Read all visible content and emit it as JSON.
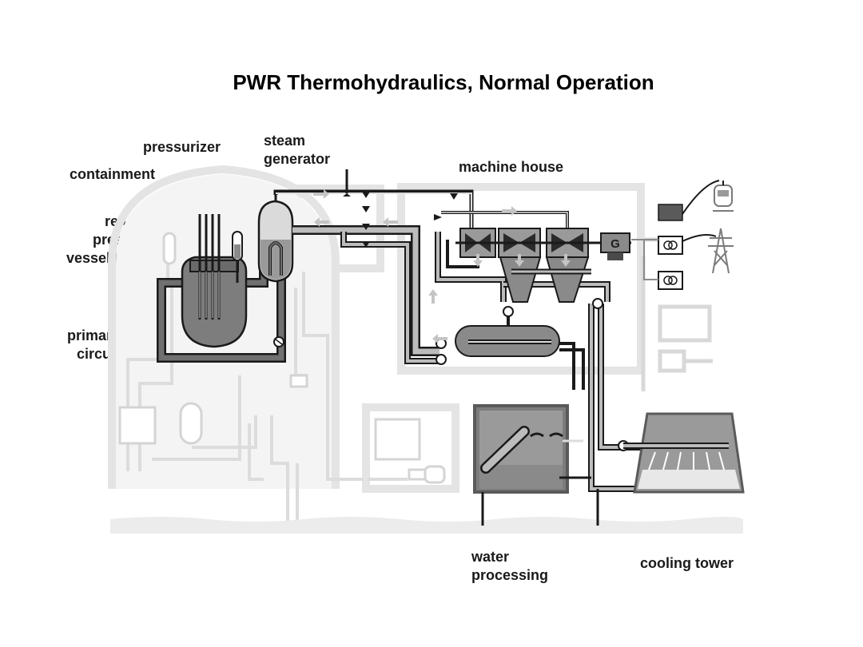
{
  "title": "PWR Thermohydraulics, Normal Operation",
  "labels": {
    "pressurizer": "pressurizer",
    "containment": "containment",
    "steam_generator": [
      "steam",
      "generator"
    ],
    "reactor_pressure_vessel": [
      "reactor",
      "pressure",
      "vessel (RPV)"
    ],
    "primary_circuit": [
      "primary",
      "circuit"
    ],
    "machine_house": "machine house",
    "water_processing": [
      "water",
      "processing"
    ],
    "cooling_tower": "cooling tower",
    "generator_symbol": "G"
  },
  "colors": {
    "pipe_dark": "#707070",
    "pipe_outline": "#1a1a1a",
    "faded": "#e6e6e6",
    "vessel": "#7d7d7d",
    "water": "#bcbcbc"
  }
}
